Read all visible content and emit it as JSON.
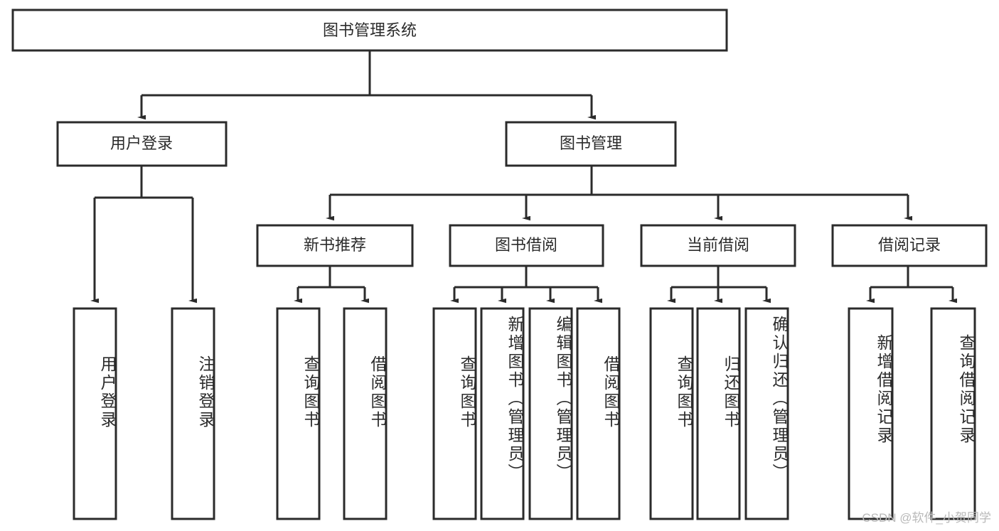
{
  "diagram": {
    "title": "图书管理系统",
    "type": "tree-hierarchy-diagram",
    "colors": {
      "background": "#ffffff",
      "stroke": "#2b2b2b",
      "node_fill": "#ffffff",
      "text": "#2b2b2b",
      "watermark": "#b9b9b9"
    },
    "root": {
      "label": "图书管理系统"
    },
    "level2": [
      {
        "label": "用户登录"
      },
      {
        "label": "图书管理"
      }
    ],
    "level3": [
      {
        "label": "新书推荐"
      },
      {
        "label": "图书借阅"
      },
      {
        "label": "当前借阅"
      },
      {
        "label": "借阅记录"
      }
    ],
    "leaves": {
      "user_login": [
        {
          "label": "用户登录"
        },
        {
          "label": "注销登录"
        }
      ],
      "new_book_recommend": [
        {
          "label": "查询图书"
        },
        {
          "label": "借阅图书"
        }
      ],
      "book_borrow": [
        {
          "label": "查询图书"
        },
        {
          "label": "新增图书（管理员）"
        },
        {
          "label": "编辑图书（管理员）"
        },
        {
          "label": "借阅图书"
        }
      ],
      "current_borrow": [
        {
          "label": "查询图书"
        },
        {
          "label": "归还图书"
        },
        {
          "label": "确认归还（管理员）"
        }
      ],
      "borrow_record": [
        {
          "label": "新增借阅记录"
        },
        {
          "label": "查询借阅记录"
        }
      ]
    },
    "watermark": "CSDN @软件_小贺同学"
  }
}
